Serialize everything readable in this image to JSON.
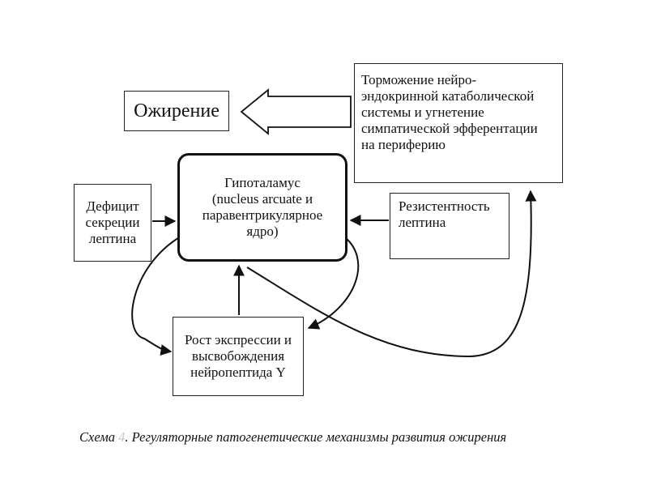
{
  "nodes": {
    "obesity": {
      "lines": [
        "Ожирение"
      ]
    },
    "inhibition": {
      "lines": [
        "Торможение нейро-",
        "эндокринной катаболической",
        "системы и угнетение",
        "симпатической эфферентации",
        "на периферию"
      ]
    },
    "hypothalamus": {
      "lines": [
        "Гипоталамус",
        "(nucleus arcuate и",
        "паравентрикулярное",
        "ядро)"
      ]
    },
    "leptin_deficit": {
      "lines": [
        "Дефицит",
        "секреции",
        "лептина"
      ]
    },
    "leptin_resistance": {
      "lines": [
        "Резистентность",
        "лептина"
      ]
    },
    "npy_growth": {
      "lines": [
        "Рост экспрессии и",
        "высвобождения",
        "нейропептида Y"
      ]
    }
  },
  "caption": {
    "prefix": "Схема",
    "faded": "4",
    "text": ". Регуляторные патогенетические механизмы развития ожирения"
  },
  "colors": {
    "ink": "#111111",
    "background": "#ffffff"
  }
}
